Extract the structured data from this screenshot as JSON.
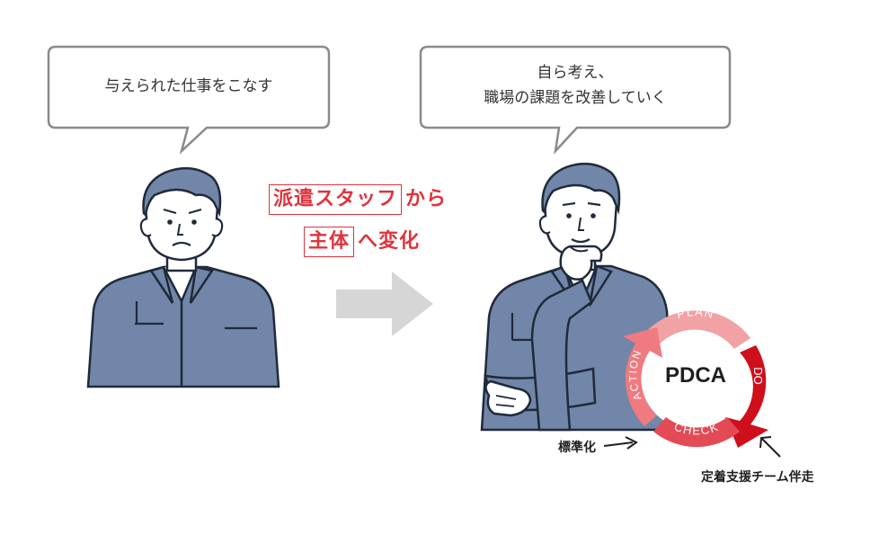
{
  "left_bubble": {
    "text": "与えられた仕事をこなす"
  },
  "right_bubble": {
    "line1": "自ら考え、",
    "line2": "職場の課題を改善していく"
  },
  "transition": {
    "line1_boxed": "派遣スタッフ",
    "line1_plain": "から",
    "line2_boxed": "主体",
    "line2_plain": "へ変化"
  },
  "pdca": {
    "center": "PDCA",
    "plan": "PLAN",
    "do": "DO",
    "check": "CHECK",
    "action": "ACTION"
  },
  "labels": {
    "standardize": "標準化",
    "support": "定着支援チーム伴走"
  },
  "colors": {
    "accent_red": "#e0333c",
    "uniform_blue": "#7186a8",
    "arrow_gray": "#d6d6d6"
  }
}
